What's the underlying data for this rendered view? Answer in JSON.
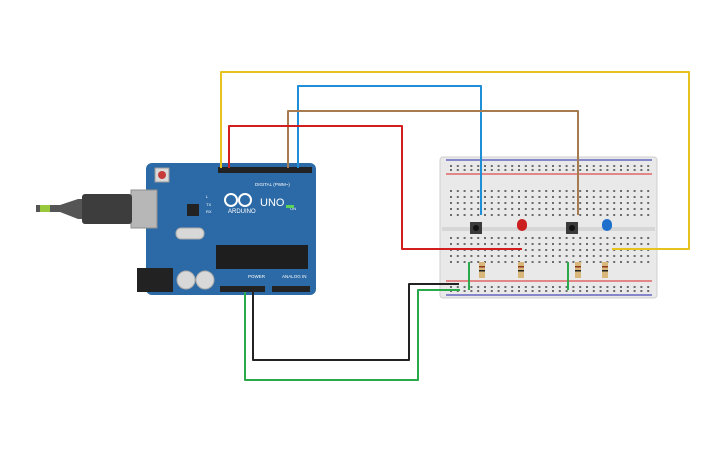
{
  "board": {
    "brand": "ARDUINO",
    "model": "UNO",
    "digital_header_label": "DIGITAL (PWM~)",
    "power_header_label": "POWER",
    "analog_header_label": "ANALOG IN",
    "led_on_label": "ON",
    "led_l_label": "L",
    "led_tx_label": "TX",
    "led_rx_label": "RX",
    "color": "#2b6aa6"
  },
  "breadboard": {
    "color": "#e9e9e9",
    "rail_red": "#d22",
    "rail_blue": "#22a"
  },
  "components": {
    "led_red_color": "#cc1f1f",
    "led_blue_color": "#1f6fcc",
    "button_color": "#3a3a3a",
    "resistor_color": "#d9b77a"
  },
  "wires": {
    "yellow": "#e6c21e",
    "blue": "#1e8fd6",
    "brown": "#a57b4f",
    "red": "#d11e1e",
    "black": "#222222",
    "green": "#2aa84a"
  }
}
